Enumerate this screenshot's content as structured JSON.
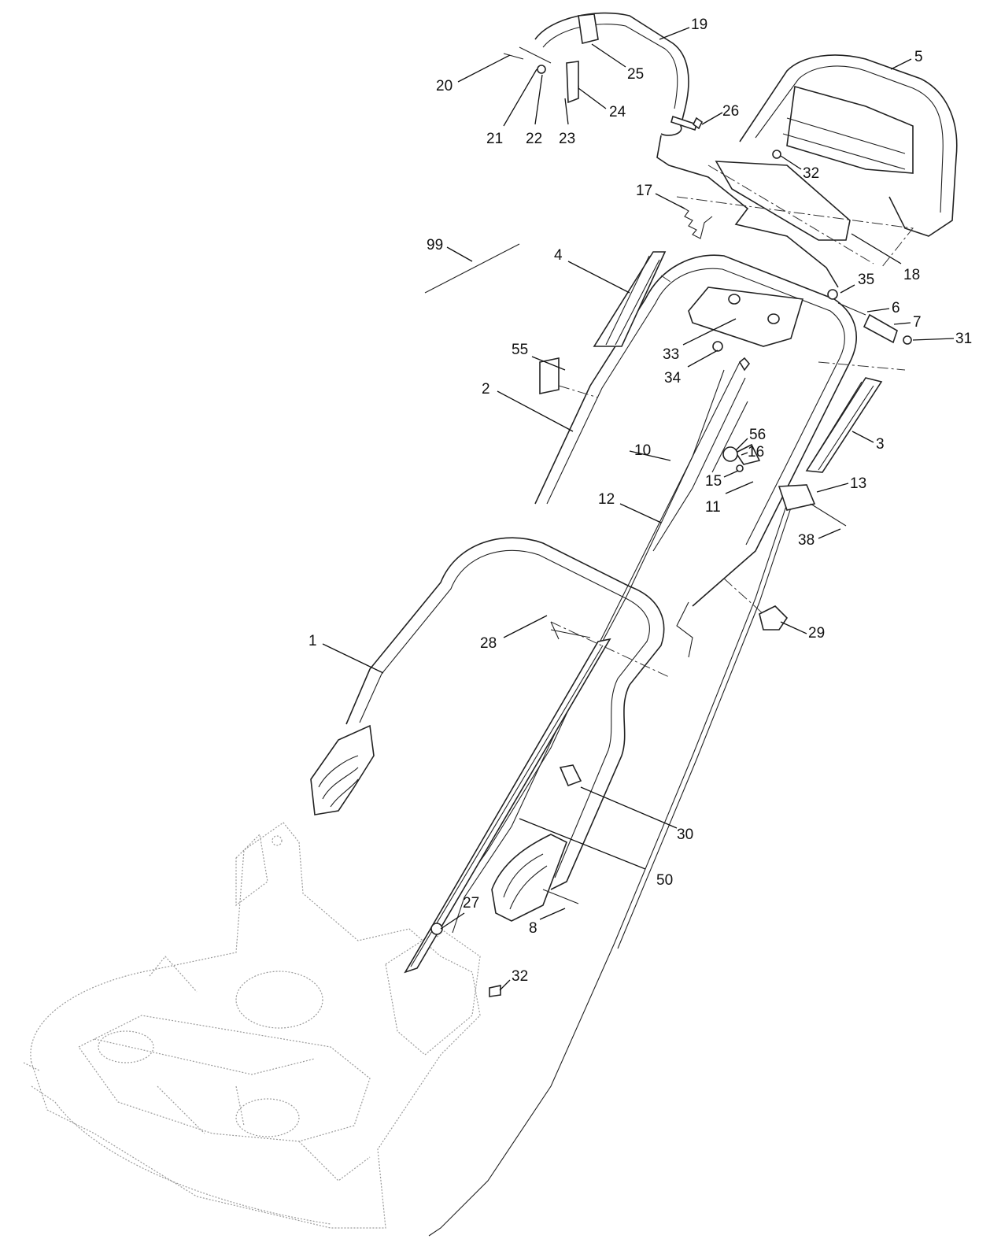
{
  "diagram": {
    "type": "exploded parts diagram",
    "callouts": [
      "1",
      "2",
      "3",
      "4",
      "5",
      "6",
      "7",
      "8",
      "10",
      "11",
      "12",
      "13",
      "15",
      "16",
      "17",
      "18",
      "19",
      "20",
      "21",
      "22",
      "23",
      "24",
      "25",
      "26",
      "27",
      "28",
      "29",
      "30",
      "31",
      "32",
      "33",
      "34",
      "35",
      "38",
      "50",
      "55",
      "56",
      "99"
    ]
  }
}
